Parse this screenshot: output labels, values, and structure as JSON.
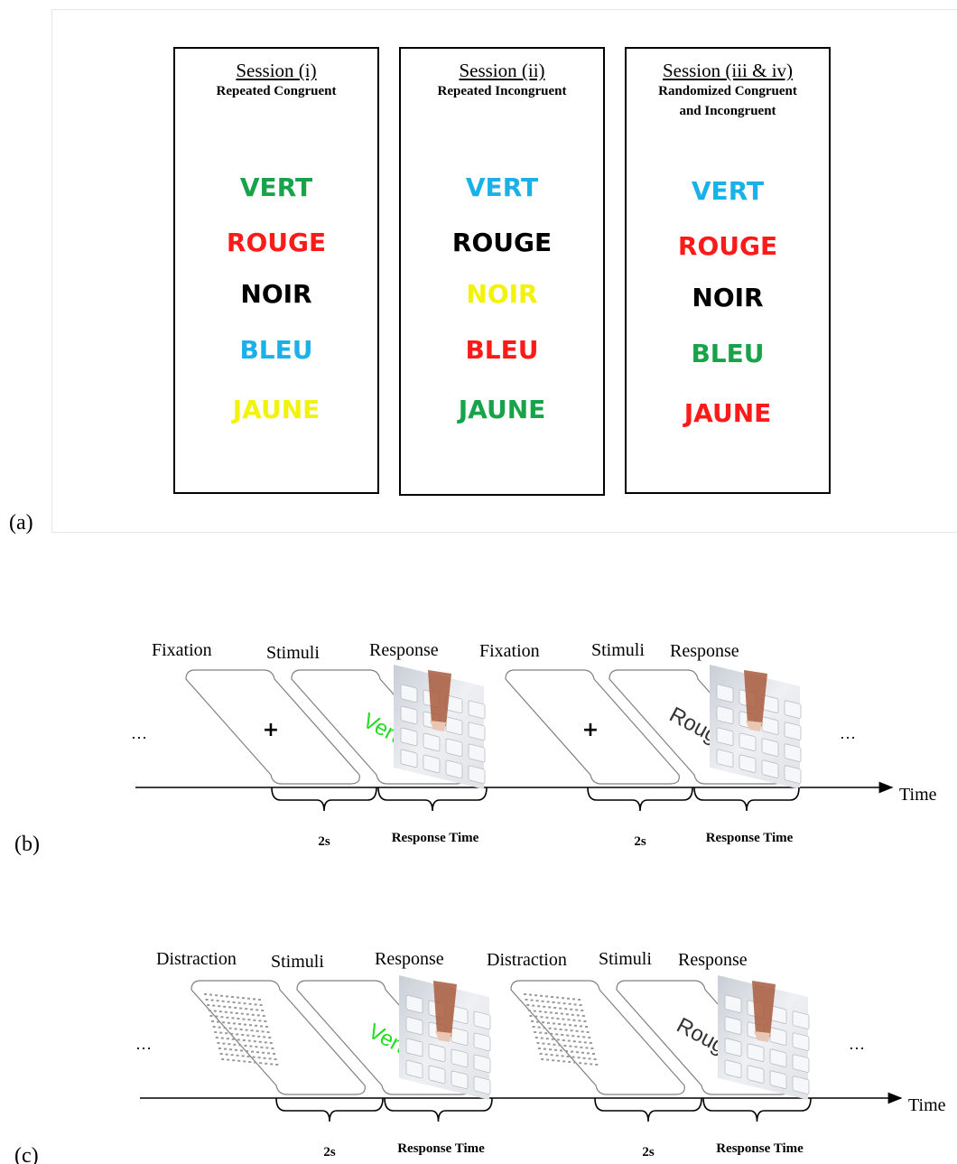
{
  "panel_a": {
    "label": "(a)",
    "sessions": [
      {
        "title": "Session (i)",
        "subtitle": "Repeated Congruent",
        "words": [
          {
            "text": "VERT",
            "color": "#18a34a"
          },
          {
            "text": "ROUGE",
            "color": "#ff1a1a"
          },
          {
            "text": "NOIR",
            "color": "#000000"
          },
          {
            "text": "BLEU",
            "color": "#1ab0e8"
          },
          {
            "text": "JAUNE",
            "color": "#f2f20a"
          }
        ]
      },
      {
        "title": "Session (ii)",
        "subtitle": "Repeated Incongruent",
        "words": [
          {
            "text": "VERT",
            "color": "#1ab0e8"
          },
          {
            "text": "ROUGE",
            "color": "#000000"
          },
          {
            "text": "NOIR",
            "color": "#f2f20a"
          },
          {
            "text": "BLEU",
            "color": "#ff1a1a"
          },
          {
            "text": "JAUNE",
            "color": "#18a34a"
          }
        ]
      },
      {
        "title": "Session (iii & iv)",
        "subtitle": "Randomized Congruent\nand Incongruent",
        "words": [
          {
            "text": "VERT",
            "color": "#1ab0e8"
          },
          {
            "text": "ROUGE",
            "color": "#ff1a1a"
          },
          {
            "text": "NOIR",
            "color": "#000000"
          },
          {
            "text": "BLEU",
            "color": "#18a34a"
          },
          {
            "text": "JAUNE",
            "color": "#ff1a1a"
          }
        ]
      }
    ]
  },
  "panel_b": {
    "label": "(b)",
    "ellipsis_left": "…",
    "ellipsis_right": "…",
    "time_label": "Time",
    "stage_labels": [
      "Fixation",
      "Stimuli",
      "Response",
      "Fixation",
      "Stimuli",
      "Response"
    ],
    "fixation_symbol": "+",
    "stimulus_words": [
      {
        "text": "Vert",
        "color": "#22dd22"
      },
      {
        "text": "Rouge",
        "color": "#333333"
      }
    ],
    "brace_labels": [
      "2s",
      "Response Time",
      "2s",
      "Response Time"
    ]
  },
  "panel_c": {
    "label": "(c)",
    "ellipsis_left": "…",
    "ellipsis_right": "…",
    "time_label": "Time",
    "stage_labels": [
      "Distraction",
      "Stimuli",
      "Response",
      "Distraction",
      "Stimuli",
      "Response"
    ],
    "stimulus_words": [
      {
        "text": "Vert",
        "color": "#22dd22"
      },
      {
        "text": "Rouge",
        "color": "#333333"
      }
    ],
    "brace_labels": [
      "2s",
      "Response Time",
      "2s",
      "Response Time"
    ]
  }
}
